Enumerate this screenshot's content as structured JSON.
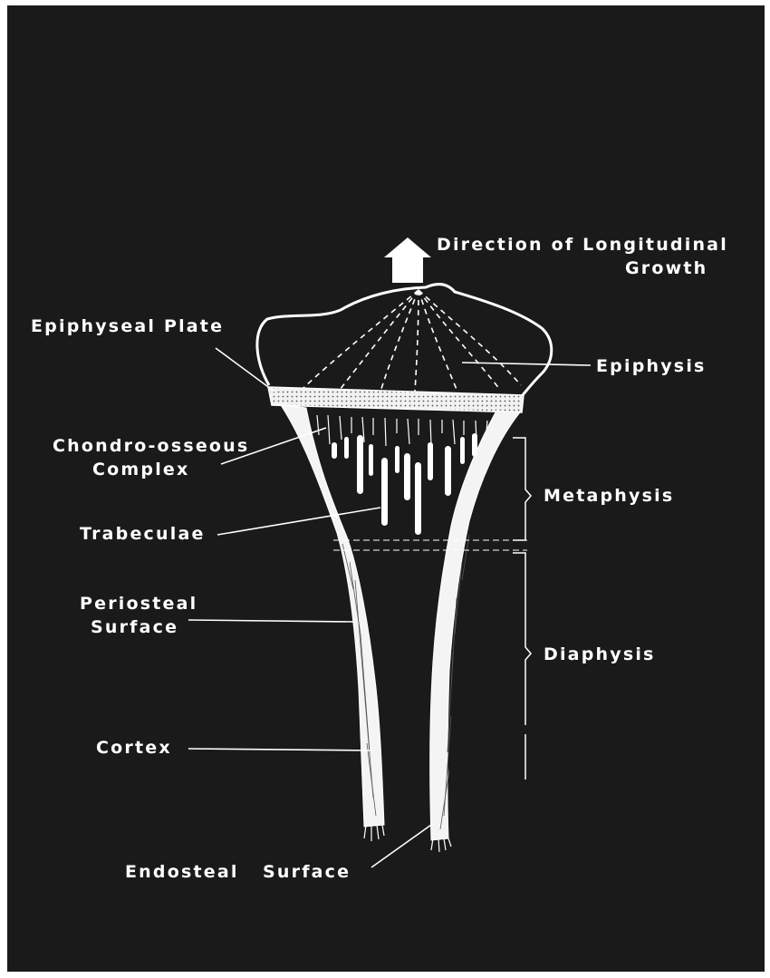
{
  "colors": {
    "background": "#1a1a1a",
    "ink": "#ffffff",
    "page": "#ffffff"
  },
  "labels": {
    "growth_line1": "Direction of Longitudinal",
    "growth_line2": "Growth",
    "epiphyseal_plate": "Epiphyseal Plate",
    "epiphysis": "Epiphysis",
    "chondro_line1": "Chondro-osseous",
    "chondro_line2": "Complex",
    "metaphysis": "Metaphysis",
    "trabeculae": "Trabeculae",
    "periosteal_line1": "Periosteal",
    "periosteal_line2": "Surface",
    "diaphysis": "Diaphysis",
    "cortex": "Cortex",
    "endosteal": "Endosteal   Surface"
  }
}
